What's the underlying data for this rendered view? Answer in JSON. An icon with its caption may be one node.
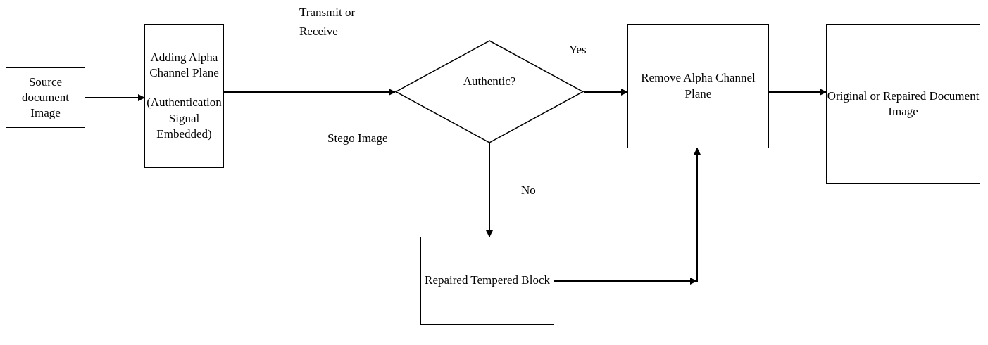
{
  "diagram": {
    "nodes": [
      {
        "text": [
          "Source document Image"
        ]
      },
      {
        "text": [
          "Adding Alpha Channel Plane",
          "(Authentication Signal Embedded)"
        ]
      },
      {
        "text": [
          "Authentic?"
        ]
      },
      {
        "text": [
          "Remove Alpha Channel Plane"
        ]
      },
      {
        "text": [
          "Original or Repaired Document Image"
        ]
      },
      {
        "text": [
          "Repaired Tempered Block"
        ]
      }
    ],
    "edges": [
      {
        "from": 0,
        "to": 1,
        "arrow": "to"
      },
      {
        "from": 1,
        "to": 2,
        "arrow": "to",
        "label": "Stego Image"
      },
      {
        "from": 2,
        "to": 3,
        "arrow": "to",
        "label": "Yes"
      },
      {
        "from": 3,
        "to": 4,
        "arrow": "to"
      },
      {
        "from": 2,
        "to": 5,
        "arrow": "to",
        "label": "No"
      },
      {
        "from": 5,
        "to": 3,
        "arrow": "to"
      }
    ],
    "labels": [
      "Transmit or Receive"
    ]
  }
}
